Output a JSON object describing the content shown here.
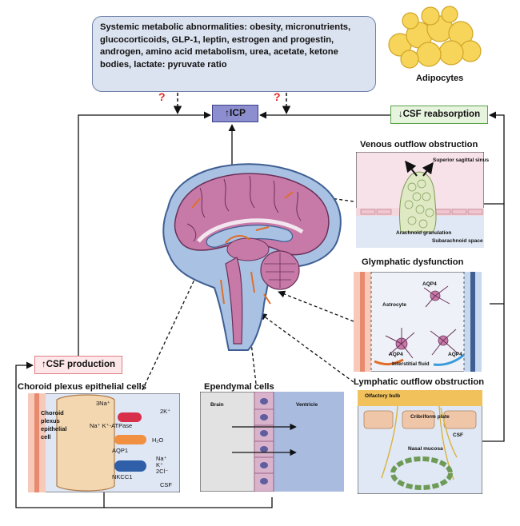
{
  "top": {
    "metabolic_text_lines": [
      "Systemic metabolic abnormalities: obesity, micronutrients,",
      "glucocorticoids,  GLP-1, leptin, estrogen and progestin,",
      "androgen, amino acid metabolism, urea, acetate, ketone",
      "bodies, lactate: pyruvate ratio"
    ],
    "adipocytes_label": "Adipocytes",
    "question_mark": "?"
  },
  "center": {
    "icp_label": "↑ICP",
    "reabsorption_label": "↓CSF reabsorption",
    "production_label": "↑CSF production"
  },
  "venous": {
    "title": "Venous outflow obstruction",
    "sinus_label": "Superior sagittal sinus",
    "granulation_label": "Arachnoid granulation",
    "space_label": "Subarachnoid space"
  },
  "glymphatic": {
    "title": "Glymphatic dysfunction",
    "aqp4_label": "AQP4",
    "astrocyte_label": "Astrocyte",
    "interstitial_label": "Interstitial fluid"
  },
  "lymphatic": {
    "title": "Lymphatic outflow obstruction",
    "olfactory_label": "Olfactory bulb",
    "cribriform_label": "Cribriform plate",
    "csf_label": "CSF",
    "mucosa_label": "Nasal mucosa"
  },
  "ependymal": {
    "title": "Ependymal cells",
    "brain_label": "Brain",
    "ventricle_label": "Ventricle"
  },
  "choroid": {
    "title": "Choroid plexus epithelial cells",
    "cell_label_lines": [
      "Choroid",
      "plexus",
      "epithelial",
      "cell"
    ],
    "na_in": "3Na⁺",
    "k_out": "2K⁺",
    "atpase": "Na⁺ K⁺-ATPase",
    "water": "H₂O",
    "aqp1": "AQP1",
    "nkcc_ions": [
      "Na⁺",
      "K⁺",
      "2Cl⁻"
    ],
    "nkcc1": "NKCC1",
    "csf": "CSF"
  },
  "colors": {
    "brain_pink": "#c77aa8",
    "csf_blue": "#a9c2e3",
    "icp_purple": "#8c8ed0",
    "reabsorption_green": "#5aa24a",
    "production_red": "#e07e85",
    "question_red": "#e0261d"
  }
}
